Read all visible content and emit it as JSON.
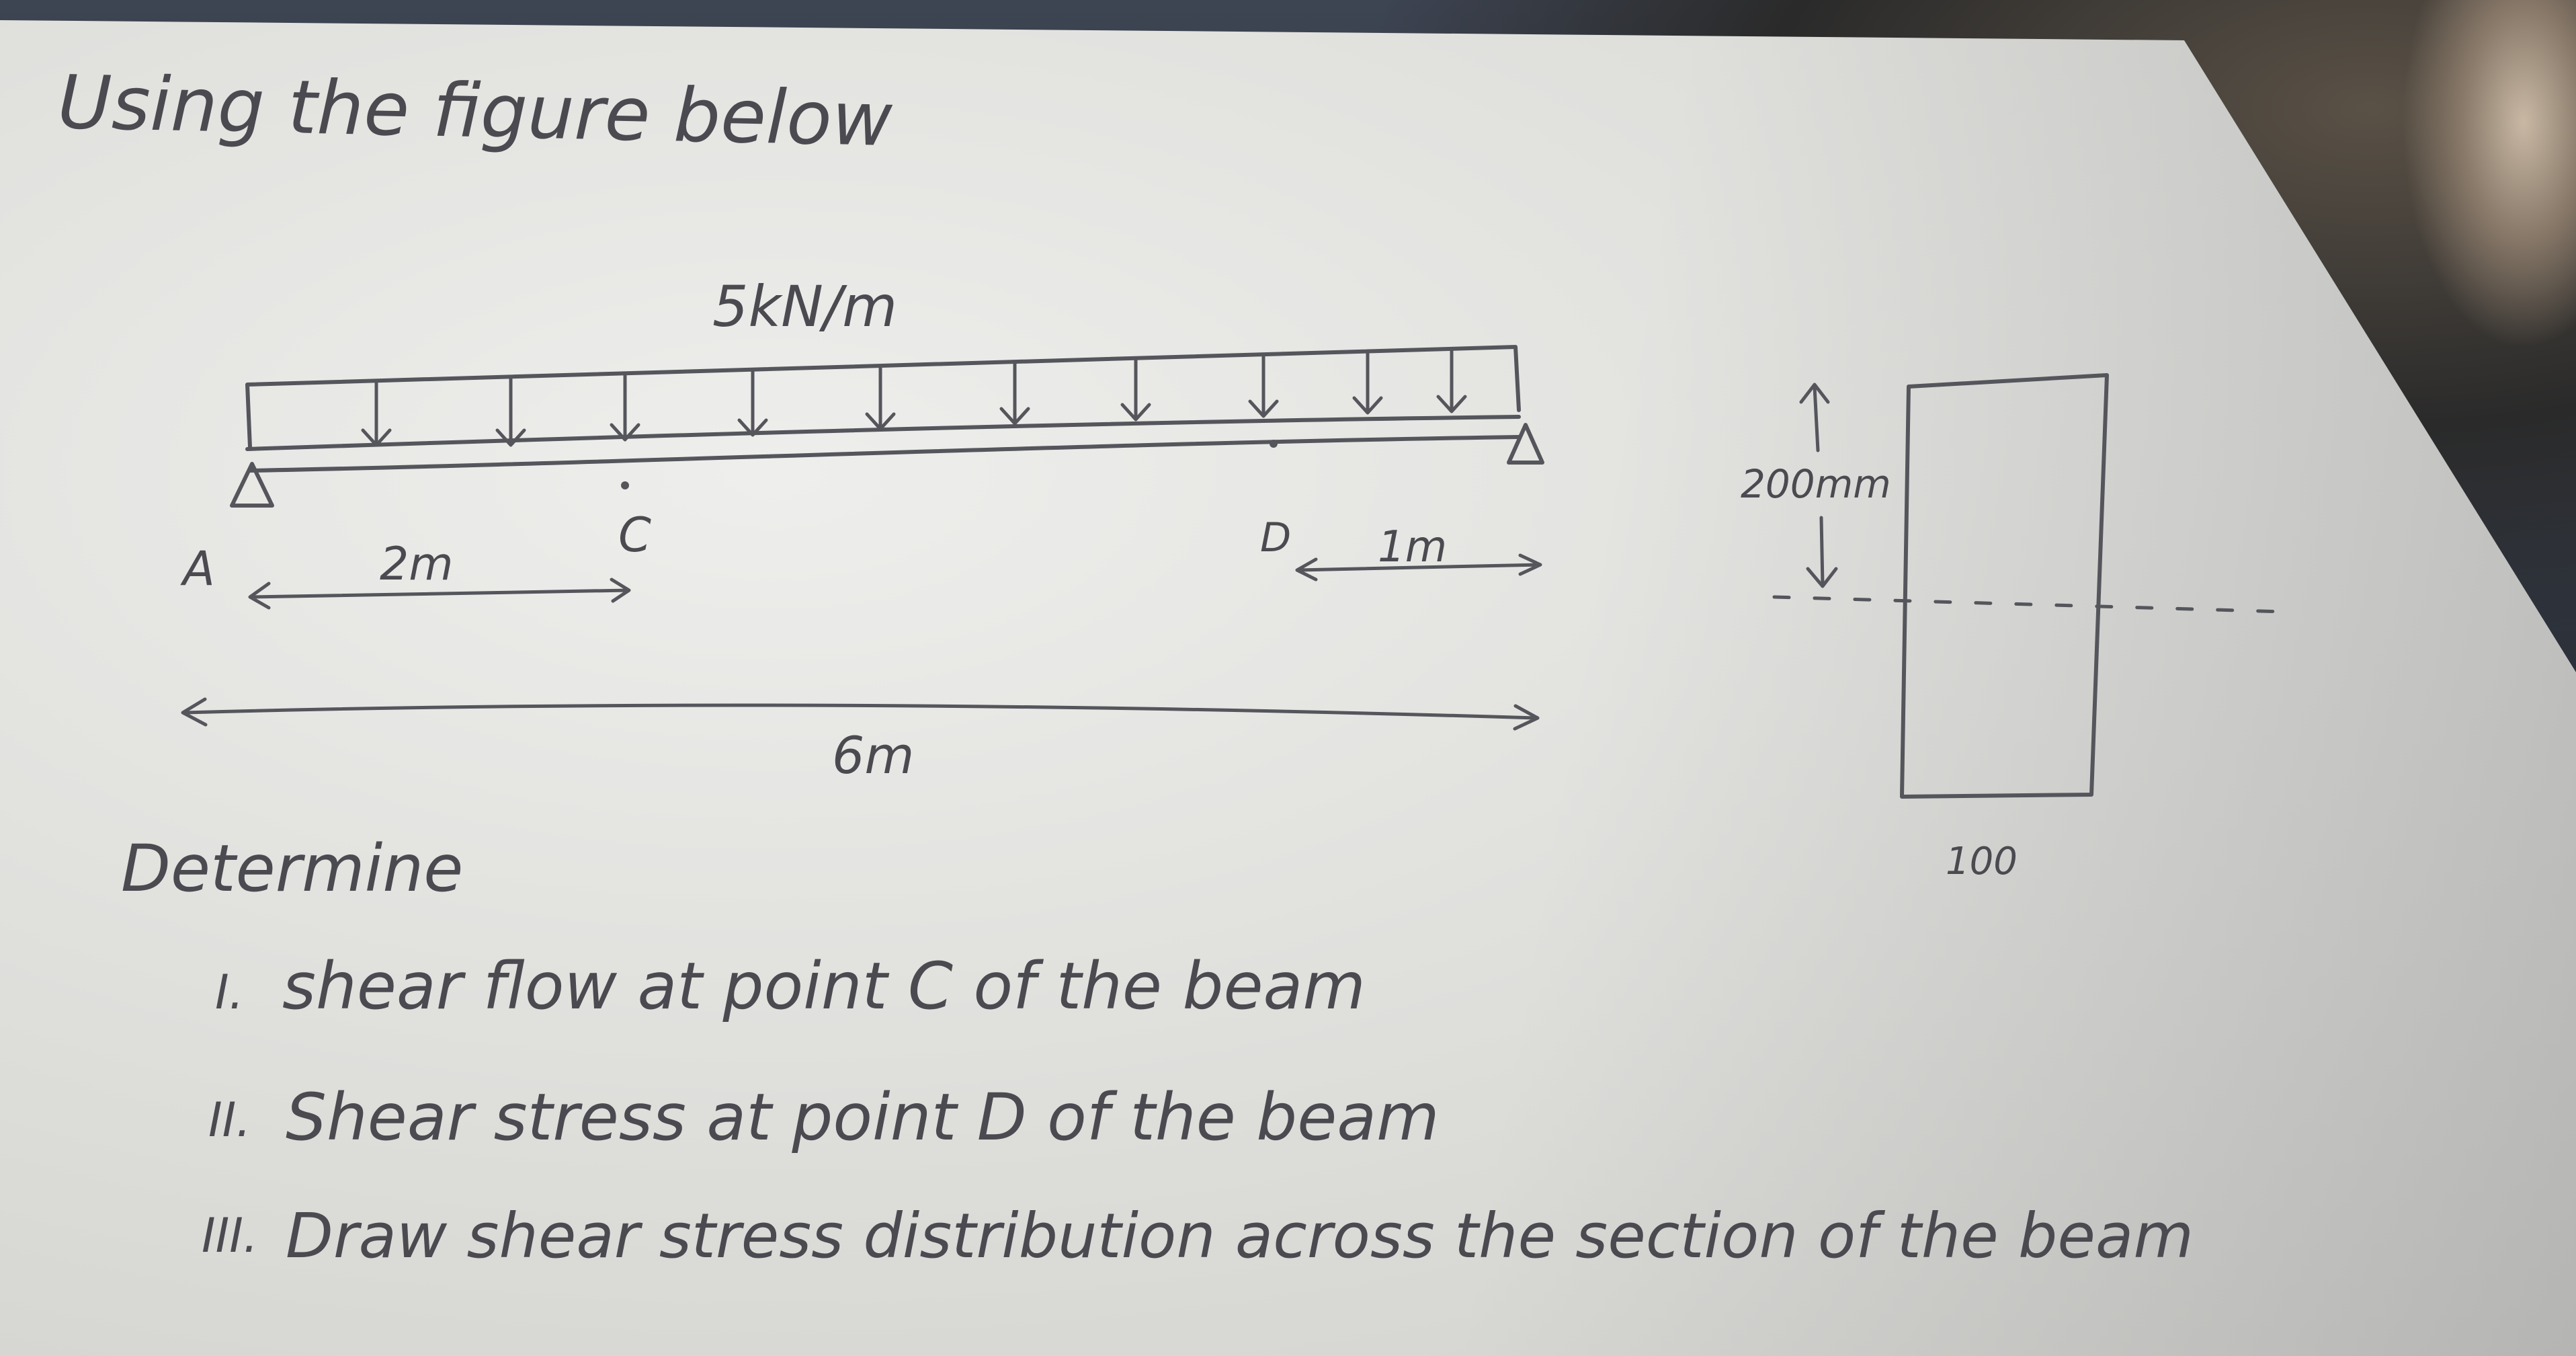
{
  "heading": "Using the figure below",
  "load_label": "5kN/m",
  "point_a": "A",
  "point_c": "C",
  "point_d": "D",
  "dim_ac": "2m",
  "dim_db": "1m",
  "dim_total": "6m",
  "section_height": "200mm",
  "section_width": "100",
  "determine": "Determine",
  "questions": [
    {
      "num": "I.",
      "text": "shear flow at point C of the beam"
    },
    {
      "num": "II.",
      "text": "Shear stress at point D of the beam"
    },
    {
      "num": "III.",
      "text": "Draw shear stress distribution across the section of the beam"
    }
  ]
}
